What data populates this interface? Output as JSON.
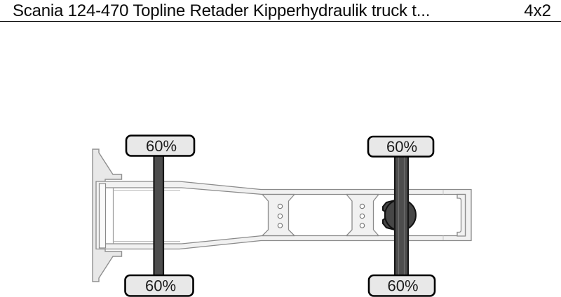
{
  "header": {
    "title": "Scania 124-470 Topline Retader Kipperhydraulik truck t...",
    "axle_config": "4x2"
  },
  "diagram": {
    "type": "truck-chassis-top-view",
    "orientation": "front-left",
    "axles": [
      {
        "name": "front",
        "tires": [
          {
            "position": "top",
            "tread": "60%"
          },
          {
            "position": "bottom",
            "tread": "60%"
          }
        ]
      },
      {
        "name": "rear",
        "tires": [
          {
            "position": "top",
            "tread": "60%"
          },
          {
            "position": "bottom",
            "tread": "60%"
          }
        ]
      }
    ],
    "colors": {
      "tire_fill": "#e8e8e8",
      "tire_outline": "#000000",
      "axle_fill": "#4d4d4d",
      "frame_fill": "#f1f1f1",
      "frame_stroke": "#8a8a8a",
      "background": "#ffffff"
    }
  }
}
